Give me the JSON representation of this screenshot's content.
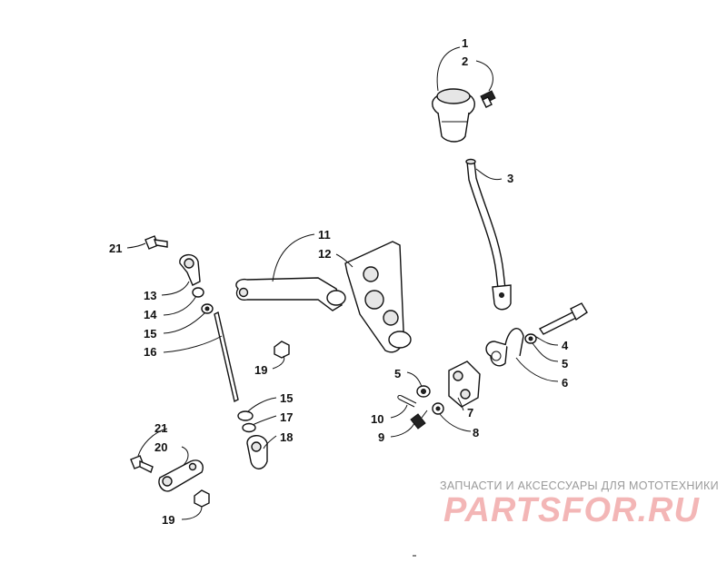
{
  "callouts": [
    "1",
    "2",
    "3",
    "4",
    "5",
    "5",
    "6",
    "7",
    "8",
    "9",
    "10",
    "11",
    "12",
    "13",
    "14",
    "15",
    "15",
    "16",
    "17",
    "18",
    "19",
    "19",
    "20",
    "21",
    "21"
  ],
  "watermark": {
    "tagline": "ЗАПЧАСТИ И АКСЕССУАРЫ ДЛЯ МОТОТЕХНИКИ",
    "logo": "PARTSFOR.RU"
  }
}
